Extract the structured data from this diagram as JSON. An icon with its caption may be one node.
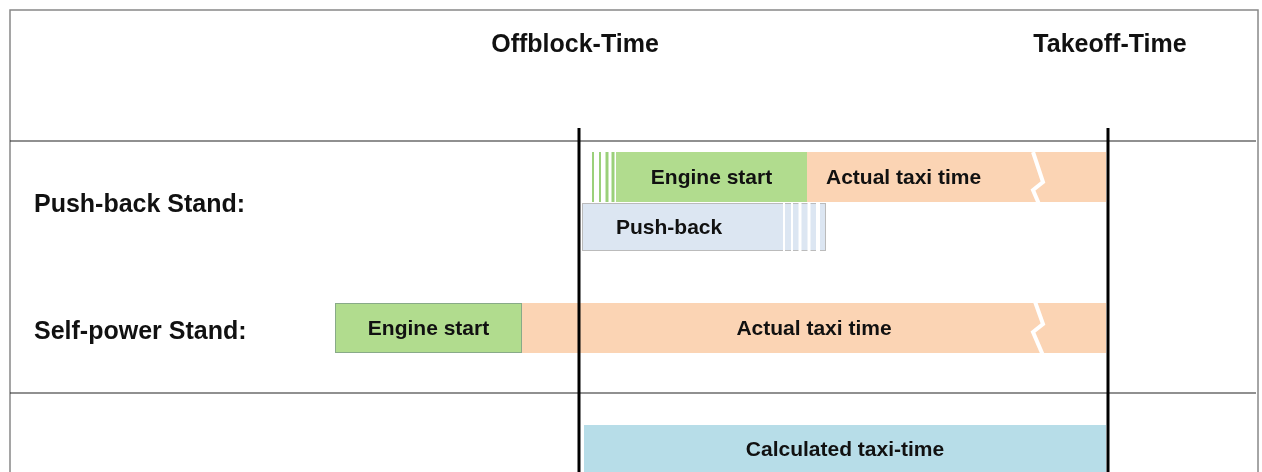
{
  "diagram": {
    "nodes": [
      {
        "text": [
          "Engine start"
        ]
      },
      {
        "text": [
          "Actual taxi time"
        ]
      },
      {
        "text": [
          "Push-back"
        ]
      },
      {
        "text": [
          "Engine start"
        ]
      },
      {
        "text": [
          "Actual taxi time"
        ]
      },
      {
        "text": [
          "Calculated taxi-time"
        ]
      }
    ],
    "labels": [
      "Offblock-Time",
      "Takeoff-Time",
      "Push-back Stand:",
      "Self-power Stand:"
    ]
  }
}
